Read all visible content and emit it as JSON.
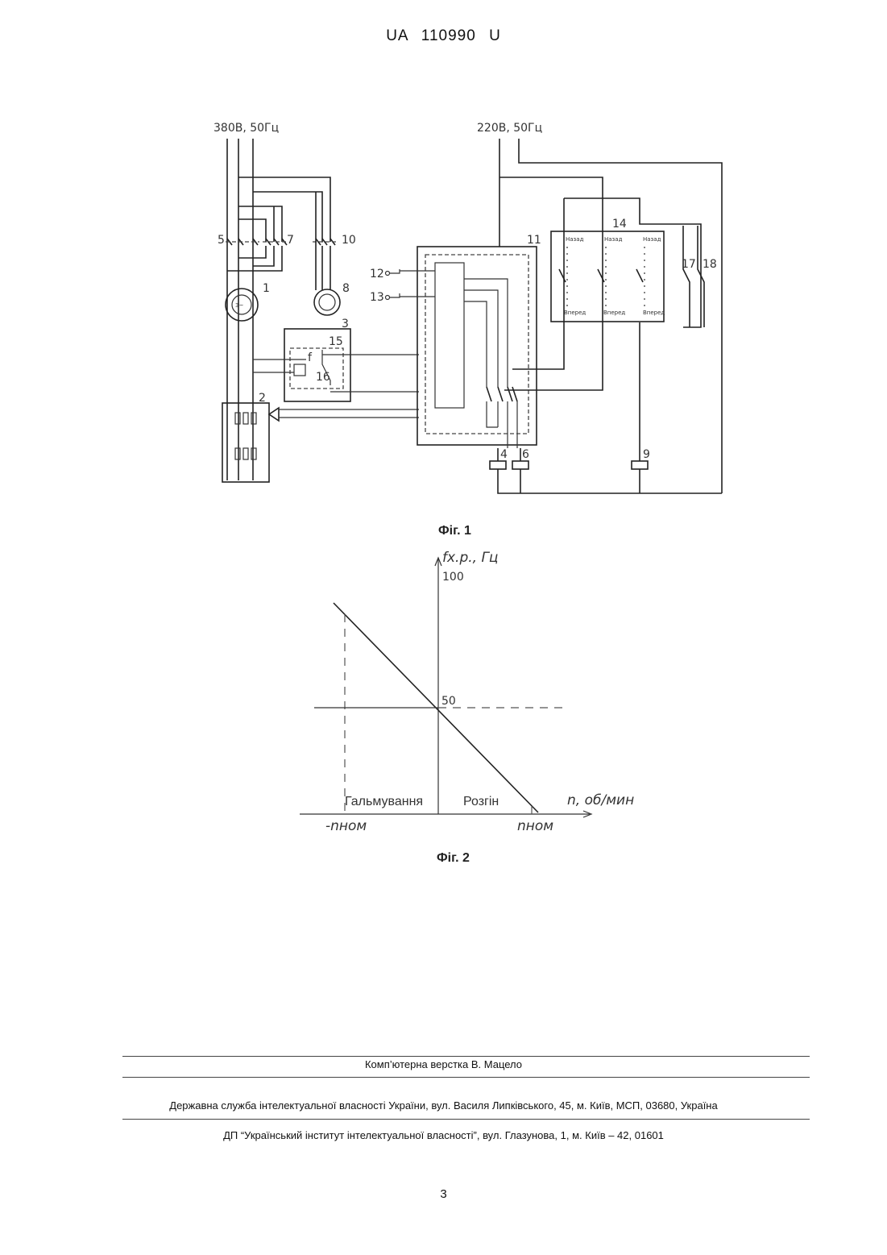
{
  "header": {
    "doc_number": "UA 110990 U"
  },
  "fig1": {
    "caption": "Фіг. 1",
    "supply_left": "380В, 50Гц",
    "supply_right": "220В, 50Гц",
    "numbers": [
      "1",
      "2",
      "3",
      "4",
      "5",
      "6",
      "7",
      "8",
      "9",
      "10",
      "11",
      "12",
      "13",
      "14",
      "15",
      "16",
      "17",
      "18"
    ],
    "f_label": "f",
    "switch_top": "Назад",
    "switch_bottom": "Вперед"
  },
  "fig2": {
    "caption": "Фіг. 2",
    "y_label": "fх.р., Гц",
    "x_label": "n, об/мин",
    "tick_100": "100",
    "tick_50": "50",
    "region_left": "Гальмування",
    "region_right": "Розгін",
    "x_neg": "-nном",
    "x_pos": "nном"
  },
  "footer": {
    "layout_credit": "Комп’ютерна верстка В. Мацело",
    "agency": "Державна служба інтелектуальної власності України, вул. Василя Липківського, 45, м. Київ, МСП, 03680, Україна",
    "institute": "ДП “Український інститут інтелектуальної власності”, вул. Глазунова, 1, м. Київ – 42, 01601",
    "page_number": "3"
  }
}
